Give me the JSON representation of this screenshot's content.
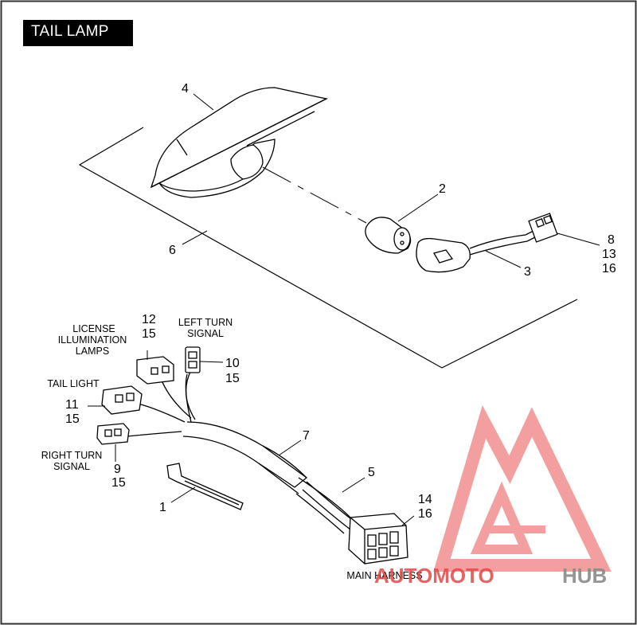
{
  "title": "TAIL LAMP",
  "callouts": {
    "c1": "1",
    "c2": "2",
    "c3": "3",
    "c4": "4",
    "c5": "5",
    "c6": "6",
    "c7": "7",
    "c8": "8",
    "c13": "13",
    "c16a": "16",
    "c12": "12",
    "c15a": "15",
    "c10": "10",
    "c15b": "15",
    "c11": "11",
    "c15c": "15",
    "c9": "9",
    "c15d": "15",
    "c14": "14",
    "c16b": "16"
  },
  "labels": {
    "license_1": "LICENSE",
    "license_2": "ILLUMINATION",
    "license_3": "LAMPS",
    "left_turn_1": "LEFT TURN",
    "left_turn_2": "SIGNAL",
    "tail_light": "TAIL LIGHT",
    "right_turn_1": "RIGHT TURN",
    "right_turn_2": "SIGNAL",
    "main_harness": "MAIN HARNESS"
  },
  "watermark": {
    "text_a": "AUTOMOTO",
    "text_b": "HUB",
    "color_a": "#e04848",
    "color_b": "#8a8a8a",
    "logo_color": "#f08080"
  },
  "colors": {
    "line": "#000000",
    "frame": "#333333"
  }
}
